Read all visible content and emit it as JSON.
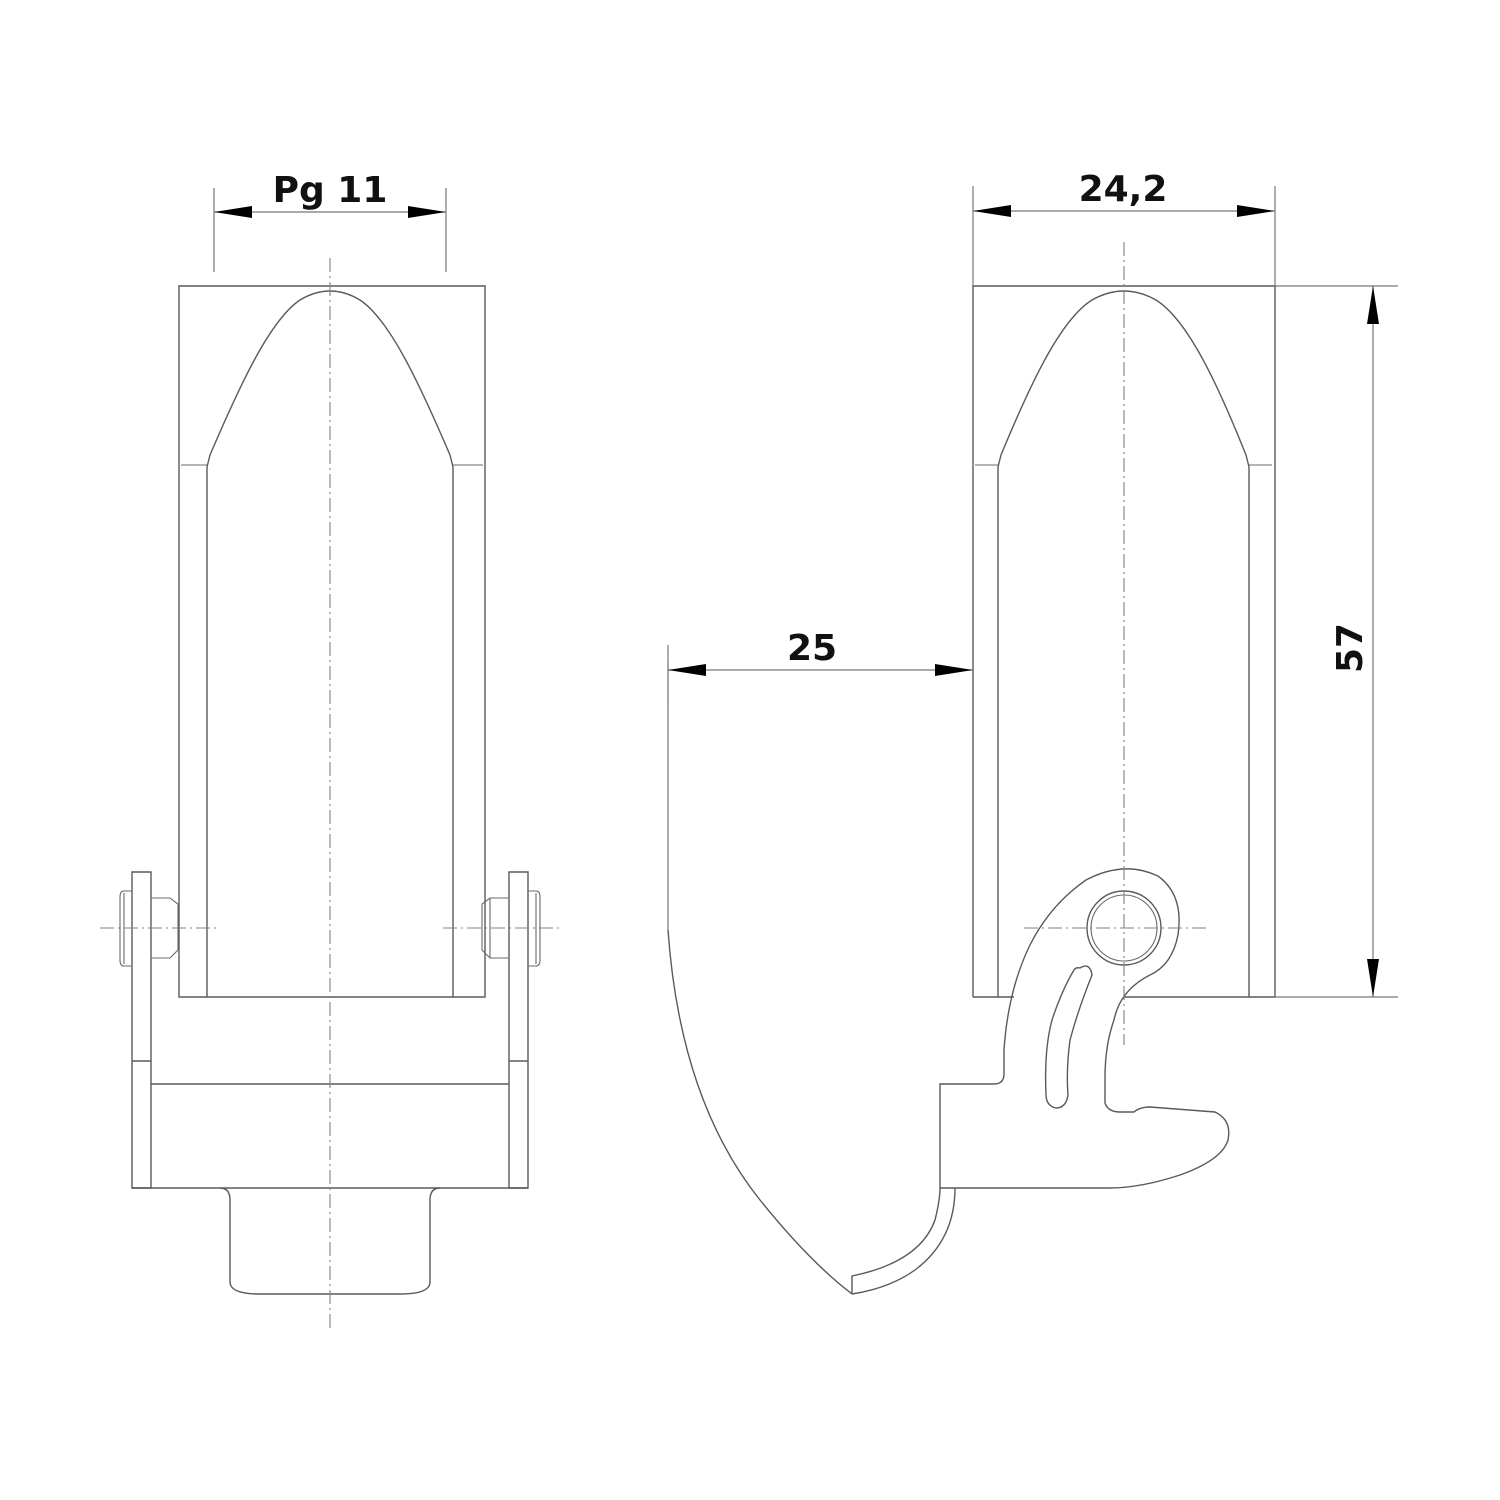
{
  "drawing": {
    "type": "technical-drawing",
    "views": [
      {
        "name": "front-view"
      },
      {
        "name": "side-view"
      }
    ],
    "colors": {
      "background": "#ffffff",
      "line": "#5a5a5a",
      "dimension_text": "#111111",
      "arrow": "#000000"
    }
  },
  "dimensions": {
    "thread": {
      "label": "Pg 11"
    },
    "width": {
      "label": "24,2"
    },
    "offset": {
      "label": "25"
    },
    "height": {
      "label": "57"
    }
  }
}
